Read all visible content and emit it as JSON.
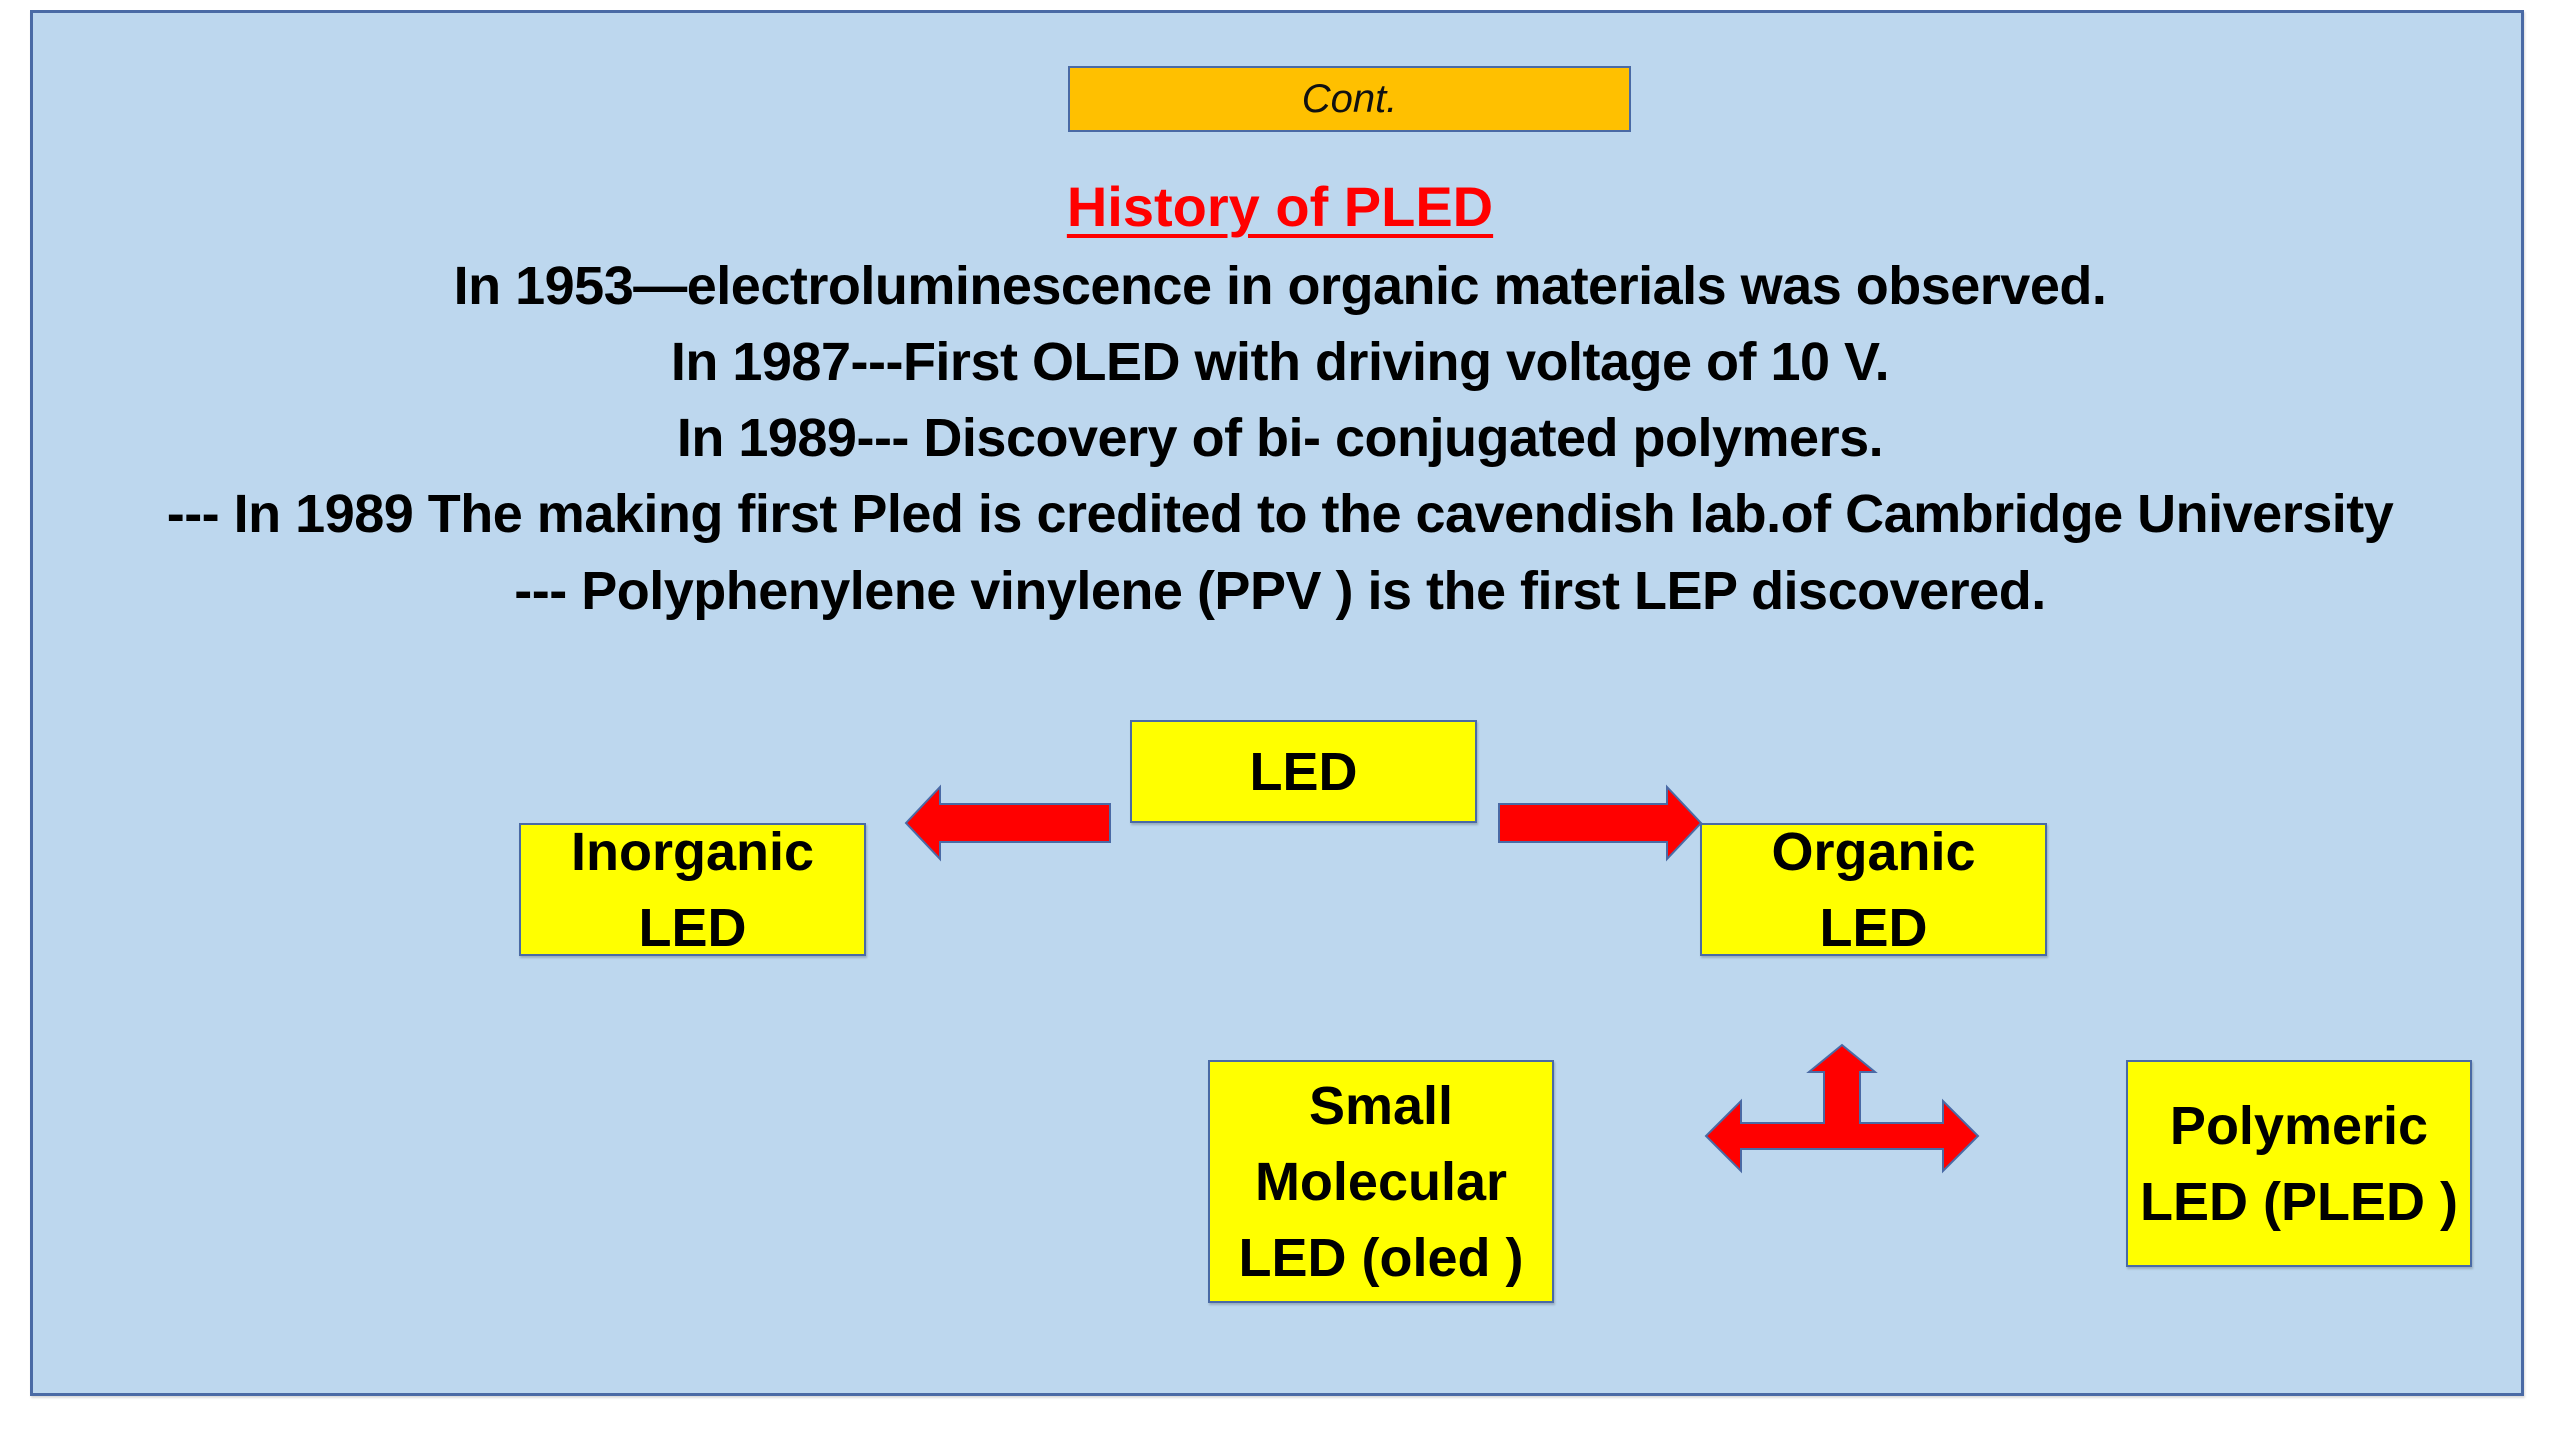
{
  "slide": {
    "badge": "Cont.",
    "heading": "History of PLED",
    "lines": [
      "In 1953—electroluminescence in organic materials was observed.",
      "In 1987---First OLED with driving voltage of 10 V.",
      "In 1989--- Discovery of bi- conjugated polymers.",
      "--- In 1989 The making first Pled is credited to the cavendish lab.of Cambridge University",
      "--- Polyphenylene vinylene (PPV ) is the first LEP discovered."
    ]
  },
  "diagram": {
    "root": "LED",
    "inorganic": [
      "Inorganic",
      "LED"
    ],
    "organic": [
      "Organic",
      "LED"
    ],
    "small_molecular": [
      "Small",
      "Molecular",
      "LED (oled )"
    ],
    "polymeric": [
      "Polymeric",
      "LED (PLED )"
    ],
    "arrows": {
      "left": "arrow-left-icon",
      "right": "arrow-right-icon",
      "split": "arrow-t-split-icon"
    }
  },
  "colors": {
    "background": "#bdd7ee",
    "badge": "#ffc000",
    "heading": "#ff0000",
    "box": "#ffff00",
    "arrow": "#ff0000",
    "border": "#4a6aa5"
  }
}
